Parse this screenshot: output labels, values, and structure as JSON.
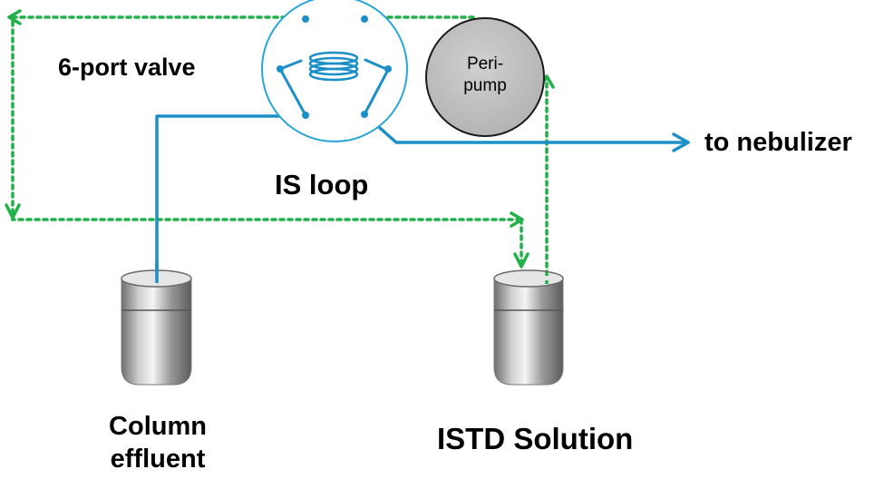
{
  "labels": {
    "valve": "6-port valve",
    "loop": "IS loop",
    "nebulizer": "to nebulizer",
    "column_line1": "Column",
    "column_line2": "effluent",
    "istd": "ISTD Solution",
    "pump_line1": "Peri-",
    "pump_line2": "pump"
  },
  "colors": {
    "flow_blue": "#1b8fc6",
    "loop_green": "#22b04a",
    "valve_outline": "#2aa5d8",
    "pump_fill": "#bfbfbf",
    "vial_body": "#9c9c9c"
  },
  "icons": {
    "valve": "six-port-valve-icon",
    "pump": "peristaltic-pump-icon",
    "column_vial": "vial-icon",
    "istd_vial": "vial-icon"
  }
}
